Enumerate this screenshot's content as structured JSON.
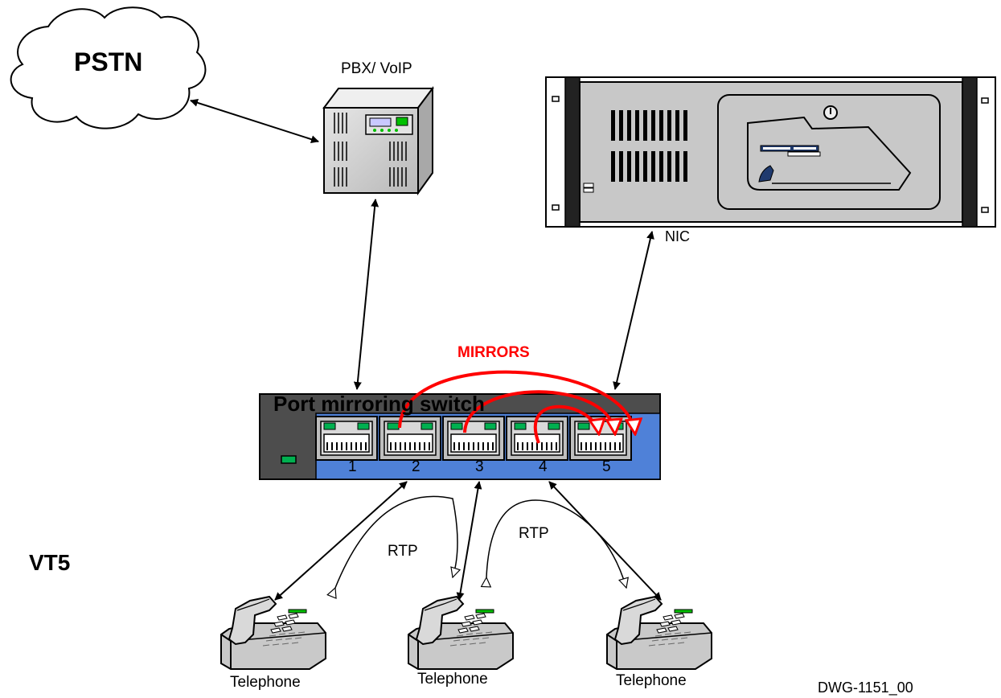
{
  "diagram": {
    "cloud_label": "PSTN",
    "pbx_label": "PBX/ VoIP",
    "nic_label": "NIC",
    "mirrors_label": "MIRRORS",
    "switch_title": "Port mirroring switch",
    "ports": [
      "1",
      "2",
      "3",
      "4",
      "5"
    ],
    "rtp_label_left": "RTP",
    "rtp_label_right": "RTP",
    "model_label": "VT5",
    "telephones": [
      "Telephone",
      "Telephone",
      "Telephone"
    ],
    "drawing_number": "DWG-1151_00"
  },
  "colors": {
    "mirror_red": "#ff0000",
    "switch_dark": "#4d4d4d",
    "switch_blue": "#4f81d8",
    "led_green": "#00b050",
    "server_gray": "#c8c8c8",
    "pbx_gray": "#d0d0d0"
  },
  "icons": [
    "cloud-icon",
    "pbx-server-icon",
    "rack-server-icon",
    "switch-icon",
    "telephone-icon"
  ]
}
